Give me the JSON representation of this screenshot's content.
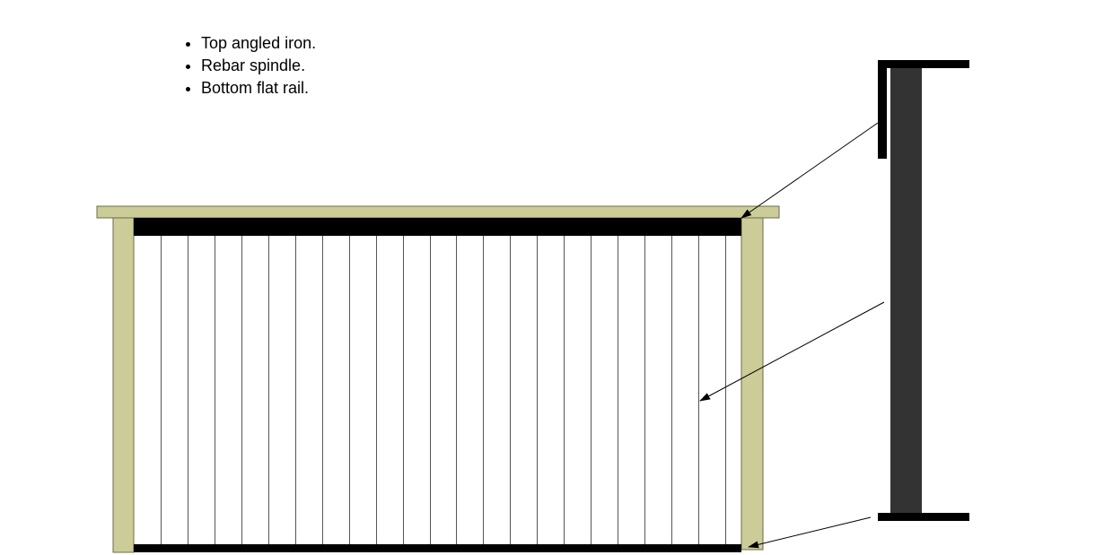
{
  "notes": [
    "Top angled iron.",
    "Rebar spindle.",
    "Bottom flat rail."
  ],
  "colors": {
    "wood": "#cccc99",
    "wood_border": "#6b6b4a",
    "iron": "#000000",
    "post_section": "#333333",
    "spindle": "#555555"
  },
  "spindle_count": 22
}
